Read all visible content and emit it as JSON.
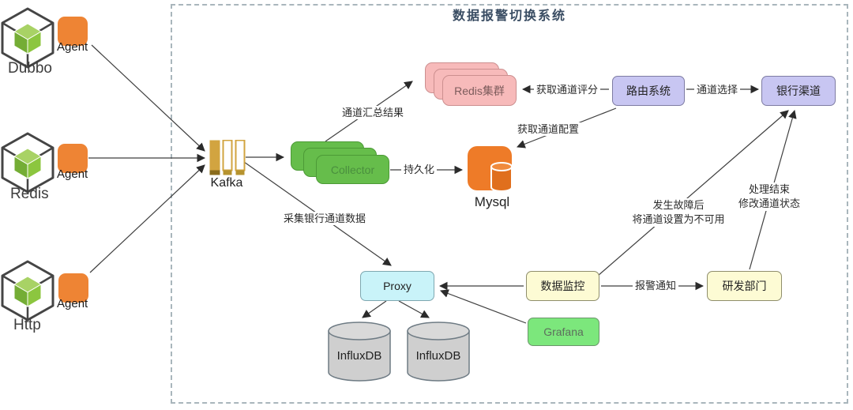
{
  "title": "数据报警切换系统",
  "sources": [
    {
      "name": "Dubbo",
      "agent": "Agent"
    },
    {
      "name": "Redis",
      "agent": "Agent"
    },
    {
      "name": "Http",
      "agent": "Agent"
    }
  ],
  "nodes": {
    "kafka": "Kafka",
    "collector": "Collector",
    "redis_cluster": "Redis集群",
    "mysql": "Mysql",
    "router": "路由系统",
    "bank_channel": "银行渠道",
    "proxy": "Proxy",
    "influxdb_left": "InfluxDB",
    "influxdb_right": "InfluxDB",
    "data_monitor": "数据监控",
    "grafana": "Grafana",
    "dev_team": "研发部门"
  },
  "edges": {
    "channel_summary": "通道汇总结果",
    "persistence": "持久化",
    "collect_bank_channel_data": "采集银行通道数据",
    "get_channel_score": "获取通道评分",
    "get_channel_config": "获取通道配置",
    "channel_select": "通道选择",
    "alarm_notice": "报警通知",
    "fault_note_line1": "发生故障后",
    "fault_note_line2": "将通道设置为不可用",
    "handled_note_line1": "处理结束",
    "handled_note_line2": "修改通道状态"
  },
  "colors": {
    "agent_orange": "#ee8434",
    "kafka_gold": "#d2a440",
    "collector_green": "#66bd4b",
    "redis_pink": "#f7baba",
    "mysql_orange": "#ee7b28",
    "router_purple": "#c8c6f2",
    "proxy_cyan": "#c9f3f9",
    "monitor_yellow": "#fdfbd4",
    "grafana_green": "#7ce77c",
    "influxdb_gray": "#cfcfcf",
    "title_blue": "#3a4d63"
  }
}
